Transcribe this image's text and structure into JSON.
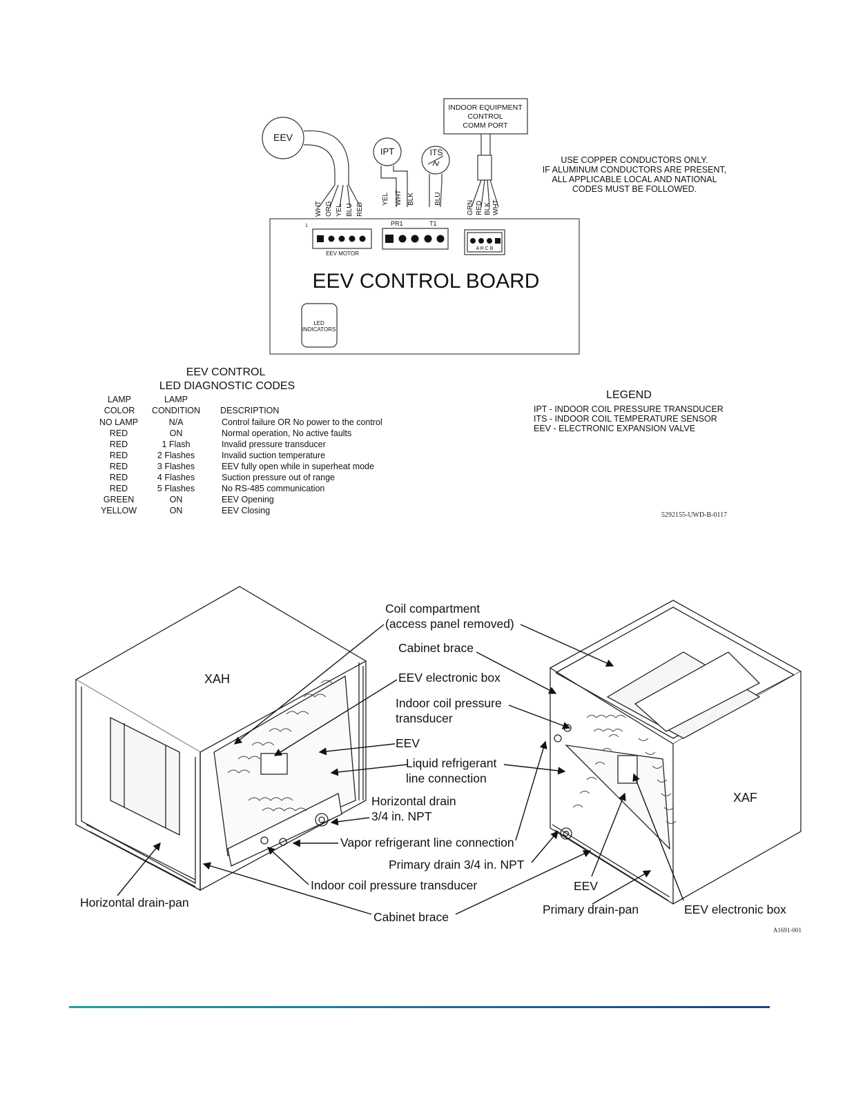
{
  "wiring": {
    "eev_label": "EEV",
    "ipt_label": "IPT",
    "its_label": "ITS",
    "comm_port": [
      "INDOOR EQUIPMENT",
      "CONTROL",
      "COMM PORT"
    ],
    "copper_note": [
      "USE COPPER CONDUCTORS ONLY.",
      "IF ALUMINUM CONDUCTORS ARE PRESENT,",
      "ALL APPLICABLE LOCAL AND NATIONAL",
      "CODES MUST BE FOLLOWED."
    ],
    "eev_wires": [
      "WHT",
      "ORG",
      "YEL",
      "BLU",
      "RED"
    ],
    "sensor_wires": [
      "YEL",
      "WHT",
      "BLK",
      "BLU"
    ],
    "comm_wires": [
      "GRN",
      "RED",
      "BLK",
      "WHT"
    ],
    "pin_one": "1",
    "pr1": "PR1",
    "t1": "T1",
    "eev_motor": "EEV MOTOR",
    "comm_pins": "A R C B",
    "board_title": "EEV CONTROL BOARD",
    "led_indicators": [
      "LED",
      "INDICATORS"
    ]
  },
  "codes": {
    "title": [
      "EEV CONTROL",
      "LED DIAGNOSTIC CODES"
    ],
    "headers": {
      "lamp_color": [
        "LAMP",
        "COLOR"
      ],
      "lamp_condition": [
        "LAMP",
        "CONDITION"
      ],
      "description": "DESCRIPTION"
    },
    "rows": [
      {
        "color": "NO LAMP",
        "condition": "N/A",
        "description": "Control failure OR No power to the control"
      },
      {
        "color": "RED",
        "condition": "ON",
        "description": "Normal operation, No active faults"
      },
      {
        "color": "RED",
        "condition": "1 Flash",
        "description": "Invalid pressure transducer"
      },
      {
        "color": "RED",
        "condition": "2 Flashes",
        "description": "Invalid suction temperature"
      },
      {
        "color": "RED",
        "condition": "3 Flashes",
        "description": "EEV fully open while in superheat mode"
      },
      {
        "color": "RED",
        "condition": "4 Flashes",
        "description": "Suction pressure out of range"
      },
      {
        "color": "RED",
        "condition": "5 Flashes",
        "description": "No RS-485 communication"
      },
      {
        "color": "GREEN",
        "condition": "ON",
        "description": "EEV Opening"
      },
      {
        "color": "YELLOW",
        "condition": "ON",
        "description": "EEV Closing"
      }
    ]
  },
  "legend": {
    "title": "LEGEND",
    "items": [
      "IPT - INDOOR COIL PRESSURE TRANSDUCER",
      "ITS - INDOOR COIL TEMPERATURE SENSOR",
      "EEV - ELECTRONIC EXPANSION VALVE"
    ]
  },
  "fig1_code": "5292155-UWD-B-0117",
  "units": {
    "xah": "XAH",
    "xaf": "XAF",
    "callouts": {
      "coil_compartment": [
        "Coil compartment",
        "(access panel removed)"
      ],
      "cabinet_brace_top": "Cabinet brace",
      "eev_electronic_box_top": "EEV electronic box",
      "indoor_coil_pressure": [
        "Indoor coil pressure",
        "transducer"
      ],
      "eev_mid": "EEV",
      "liquid_line": [
        "Liquid refrigerant",
        "line connection"
      ],
      "horizontal_drain": [
        "Horizontal drain",
        "3/4 in. NPT"
      ],
      "vapor_line": "Vapor refrigerant line connection",
      "primary_drain": "Primary drain 3/4 in. NPT",
      "indoor_coil_pressure_bottom": "Indoor coil pressure transducer",
      "horizontal_drain_pan": "Horizontal drain-pan",
      "cabinet_brace_bottom": "Cabinet brace",
      "eev_bottom": "EEV",
      "primary_drain_pan": "Primary drain-pan",
      "eev_electronic_box_bottom": "EEV electronic box"
    }
  },
  "fig2_code": "A1691-001",
  "colors": {
    "rule_start": "#1fa3a0",
    "rule_end": "#1b3f8f"
  }
}
